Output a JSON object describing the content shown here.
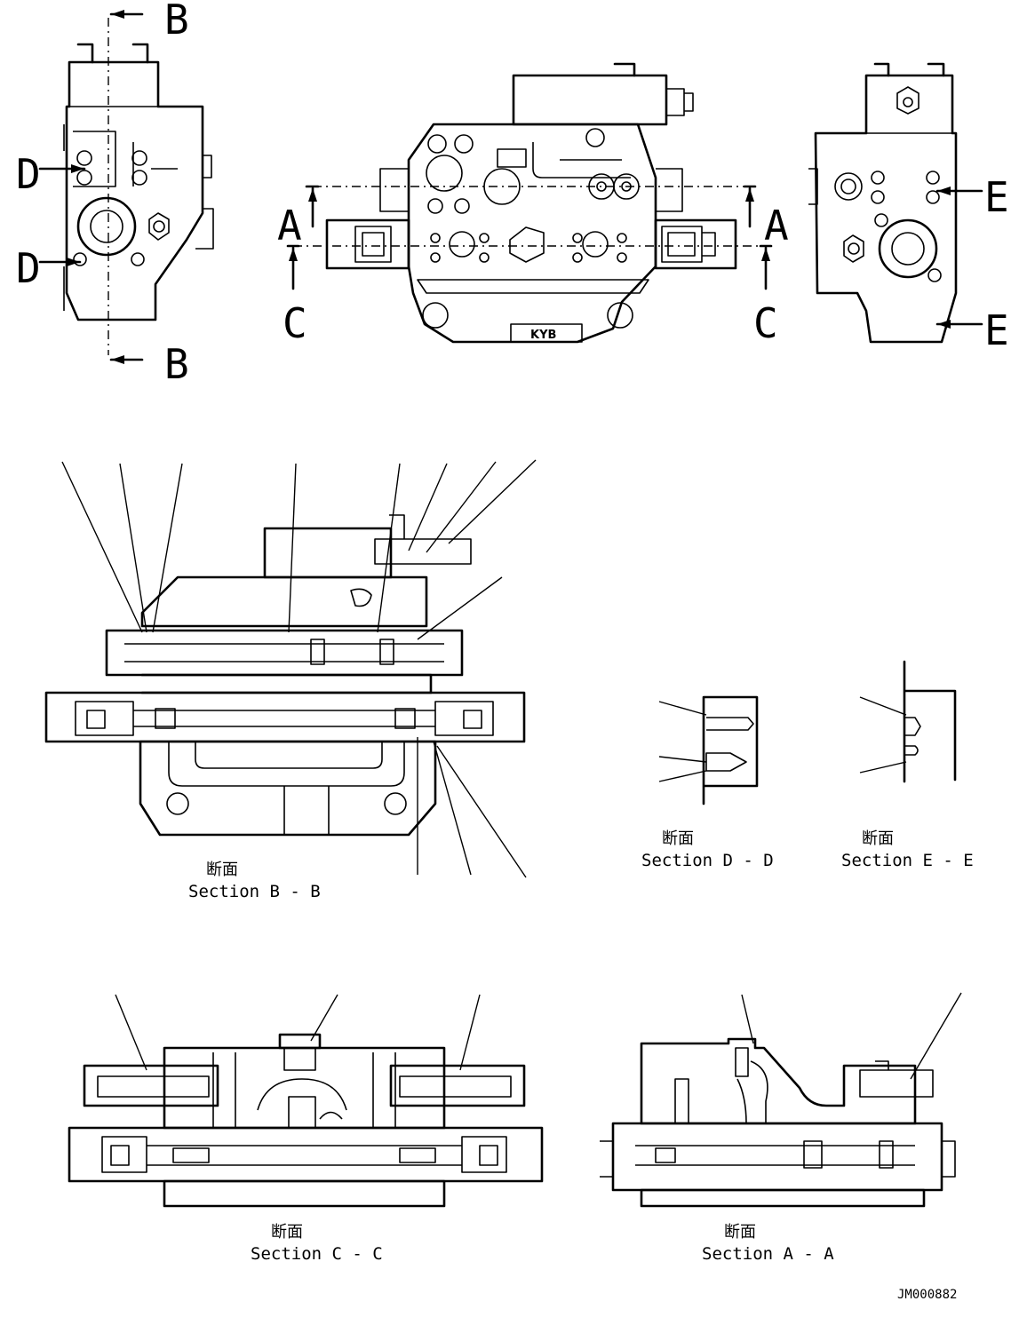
{
  "section_markers": {
    "a": "A",
    "b": "B",
    "c": "C",
    "d": "D",
    "e": "E"
  },
  "captions": {
    "section_bb": {
      "jp": "断面",
      "en": "Section B - B"
    },
    "section_dd": {
      "jp": "断面",
      "en": "Section D - D"
    },
    "section_ee": {
      "jp": "断面",
      "en": "Section E - E"
    },
    "section_cc": {
      "jp": "断面",
      "en": "Section C - C"
    },
    "section_aa": {
      "jp": "断面",
      "en": "Section A - A"
    }
  },
  "casting_mark": "KYB",
  "drawing_code": "JM000882"
}
